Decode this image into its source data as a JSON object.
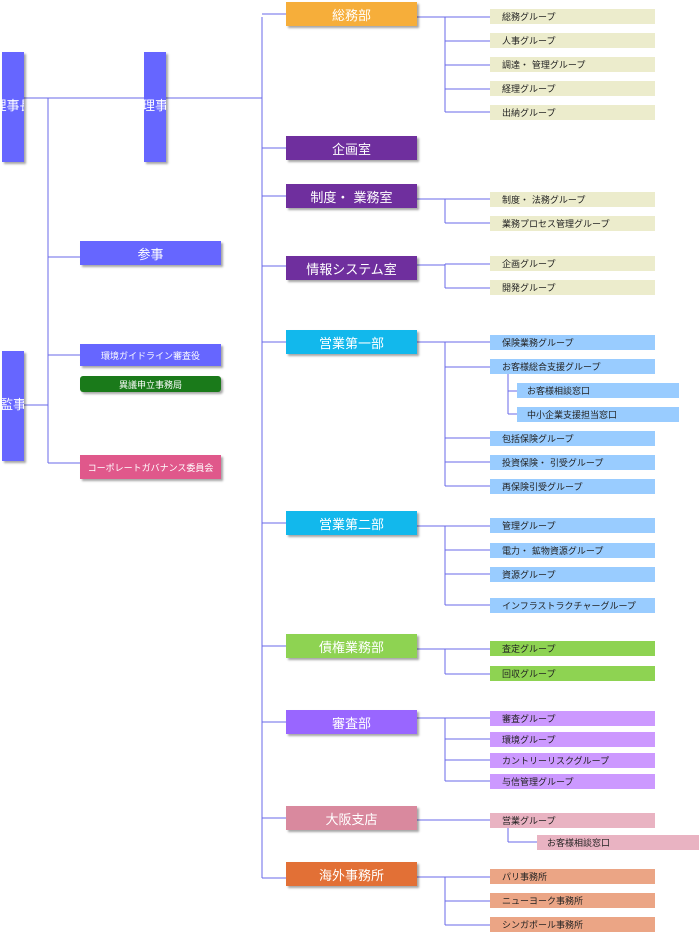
{
  "colors": {
    "line": "#6a6ae8",
    "exec": "#6666ff",
    "soumu": "#f6ae3a",
    "purple": "#6f2f9e",
    "blue": "#12b8ec",
    "green": "#8ed352",
    "violet": "#9966ff",
    "pink": "#d9899e",
    "orange": "#e27036",
    "grp_beige": "#ececcc",
    "grp_blue": "#99ccff",
    "grp_green": "#8ed352",
    "grp_violet": "#cc99ff",
    "grp_pink": "#e9b3c2",
    "grp_orange": "#eba585",
    "shingikyoku": "#1a7a1a",
    "governance": "#e0588b"
  },
  "executives": {
    "chairman": "理事長",
    "director": "理事",
    "auditor": "監事"
  },
  "staff": {
    "sanji": "参事",
    "env_guideline": "環境ガイドライン審査役",
    "objection_office": "異議申立事務局",
    "governance": "コーポレートガバナンス委員会"
  },
  "departments": [
    {
      "name": "総務部",
      "groups": [
        "総務グループ",
        "人事グループ",
        "調達・ 管理グループ",
        "経理グループ",
        "出納グループ"
      ]
    },
    {
      "name": "企画室",
      "groups": []
    },
    {
      "name": "制度・ 業務室",
      "groups": [
        "制度・ 法務グループ",
        "業務プロセス管理グループ"
      ]
    },
    {
      "name": "情報システム室",
      "groups": [
        "企画グループ",
        "開発グループ"
      ]
    },
    {
      "name": "営業第一部",
      "groups": [
        "保険業務グループ",
        "お客様総合支援グループ",
        "お客様相談窓口",
        "中小企業支援担当窓口",
        "包括保険グループ",
        "投資保険・ 引受グループ",
        "再保険引受グループ"
      ]
    },
    {
      "name": "営業第二部",
      "groups": [
        "管理グループ",
        "電力・ 鉱物資源グループ",
        "資源グループ",
        "インフラストラクチャーグループ"
      ]
    },
    {
      "name": "債権業務部",
      "groups": [
        "査定グループ",
        "回収グループ"
      ]
    },
    {
      "name": "審査部",
      "groups": [
        "審査グループ",
        "環境グループ",
        "カントリーリスクグループ",
        "与信管理グループ"
      ]
    },
    {
      "name": "大阪支店",
      "groups": [
        "営業グループ",
        "お客様相談窓口"
      ]
    },
    {
      "name": "海外事務所",
      "groups": [
        "パリ事務所",
        "ニューヨーク事務所",
        "シンガポール事務所"
      ]
    }
  ]
}
